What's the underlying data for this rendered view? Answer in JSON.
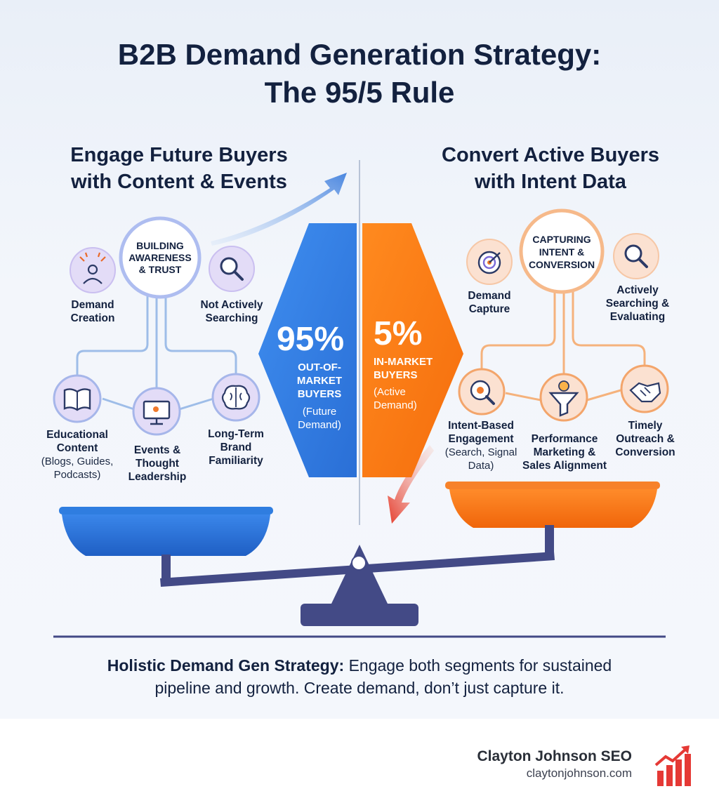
{
  "title": {
    "line1": "B2B Demand Generation Strategy:",
    "line2": "The 95/5 Rule"
  },
  "left": {
    "heading": [
      "Engage Future Buyers",
      "with Content & Events"
    ],
    "hub": [
      "BUILDING",
      "AWARENESS",
      "& TRUST"
    ],
    "nodes": {
      "demand_creation": [
        "Demand",
        "Creation"
      ],
      "not_searching": [
        "Not Actively",
        "Searching"
      ],
      "educational": [
        "Educational",
        "Content"
      ],
      "educational_detail": [
        "(Blogs, Guides,",
        "Podcasts)"
      ],
      "events": [
        "Events &",
        "Thought",
        "Leadership"
      ],
      "brand": [
        "Long-Term",
        "Brand",
        "Familiarity"
      ]
    },
    "percent": "95%",
    "segment": [
      "OUT-OF-",
      "MARKET",
      "BUYERS"
    ],
    "segment_detail": [
      "(Future",
      "Demand)"
    ]
  },
  "right": {
    "heading": [
      "Convert Active Buyers",
      "with Intent Data"
    ],
    "hub": [
      "CAPTURING",
      "INTENT &",
      "CONVERSION"
    ],
    "nodes": {
      "demand_capture": [
        "Demand",
        "Capture"
      ],
      "searching": [
        "Actively",
        "Searching &",
        "Evaluating"
      ],
      "intent": [
        "Intent-Based",
        "Engagement"
      ],
      "intent_detail": [
        "(Search, Signal",
        "Data)"
      ],
      "performance": [
        "Performance",
        "Marketing &",
        "Sales Alignment"
      ],
      "outreach": [
        "Timely",
        "Outreach &",
        "Conversion"
      ]
    },
    "percent": "5%",
    "segment": [
      "IN-MARKET",
      "BUYERS"
    ],
    "segment_detail": [
      "(Active",
      "Demand)"
    ]
  },
  "footer": {
    "bold": "Holistic Demand Gen Strategy:",
    "text1": " Engage both segments for sustained",
    "text2": "pipeline and growth. Create demand, don’t just capture it."
  },
  "brand": {
    "name": "Clayton Johnson SEO",
    "url": "claytonjohnson.com"
  },
  "colors": {
    "blue": "#2f7de0",
    "orange": "#fb7a12",
    "navy": "#13213f",
    "scale": "#434a86",
    "brand_red": "#e53935"
  }
}
